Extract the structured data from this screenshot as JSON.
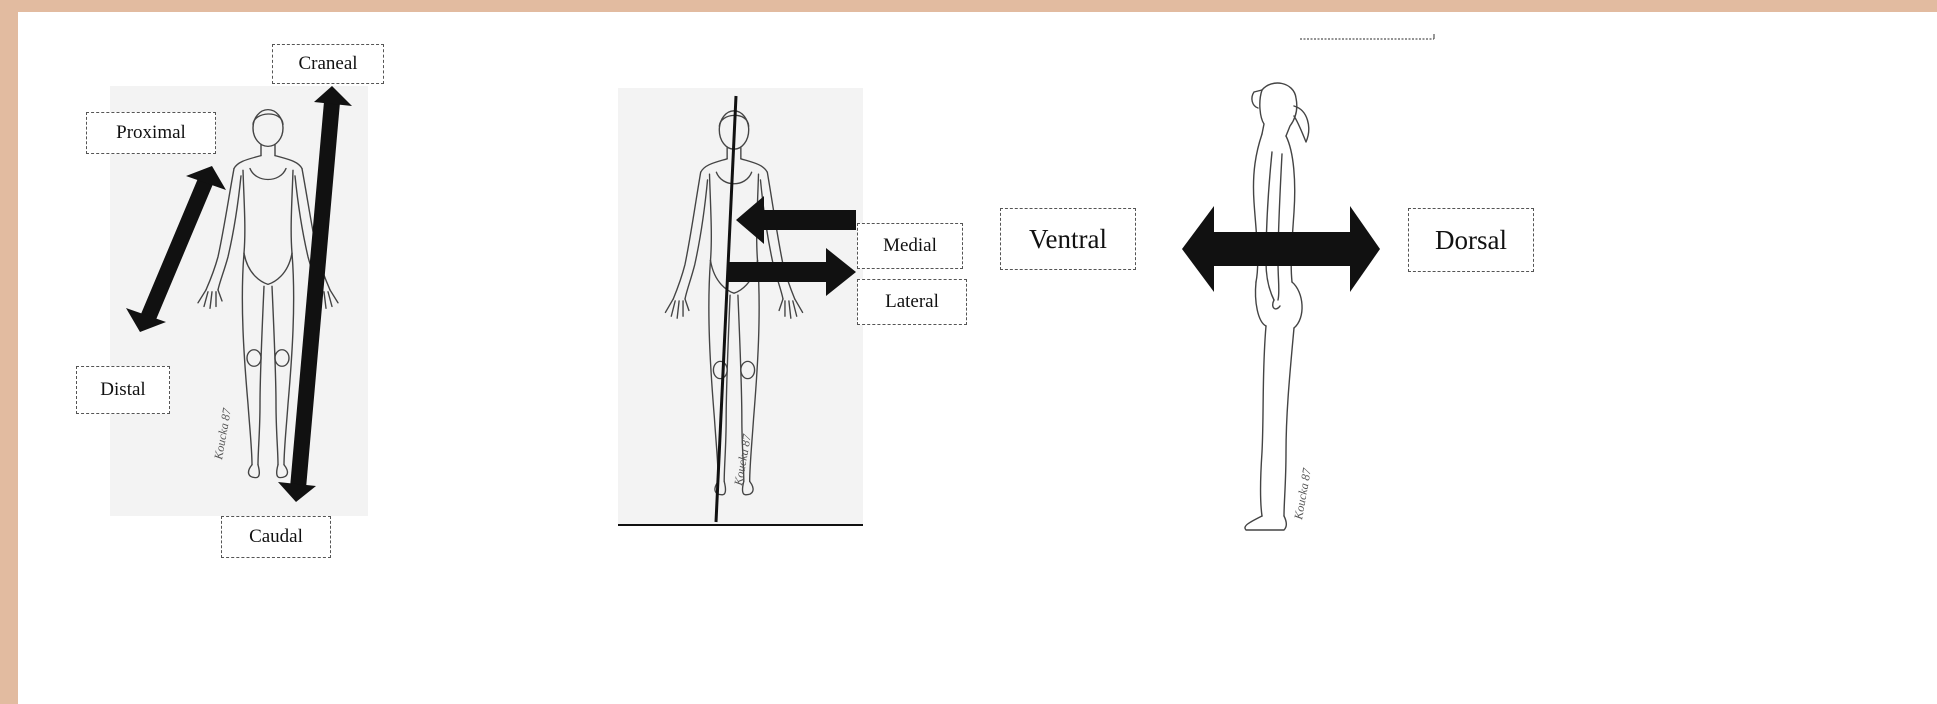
{
  "labels": {
    "craneal": "Craneal",
    "proximal": "Proximal",
    "distal": "Distal",
    "caudal": "Caudal",
    "medial": "Medial",
    "lateral": "Lateral",
    "ventral": "Ventral",
    "dorsal": "Dorsal"
  },
  "signatures": {
    "figure1": "Koucka 87",
    "figure2": "Koucka 87",
    "figure3": "Koucka 87"
  }
}
